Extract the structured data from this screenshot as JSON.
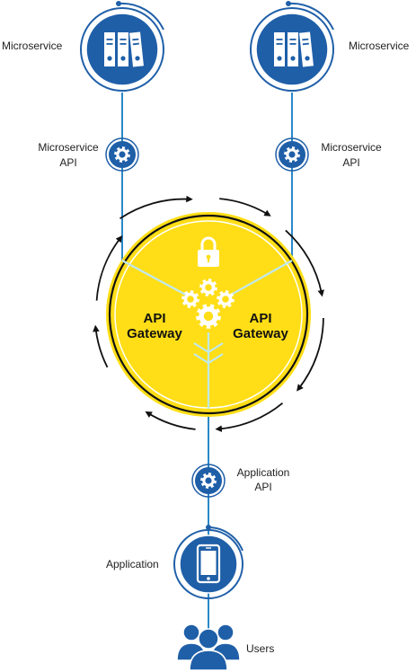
{
  "labels": {
    "ms_left": "Microservice",
    "ms_right": "Microservice",
    "api_left": [
      "Microservice",
      "API"
    ],
    "api_right": [
      "Microservice",
      "API"
    ],
    "gateway_left": [
      "API",
      "Gateway"
    ],
    "gateway_right": [
      "API",
      "Gateway"
    ],
    "app_api": [
      "Application",
      "API"
    ],
    "app": "Application",
    "users": "Users"
  },
  "icons": {
    "microservice": "server-binders-icon",
    "api": "gear-icon",
    "lock": "lock-icon",
    "gears": "gears-icon",
    "app": "smartphone-icon",
    "users": "users-icon"
  },
  "colors": {
    "blue": "#1f5fa8",
    "blue_dark": "#174a86",
    "line": "#2b88c8",
    "gateway_fill": "#ffde17",
    "gateway_ring": "#f2d400",
    "inner_line": "#bfe9f0"
  }
}
